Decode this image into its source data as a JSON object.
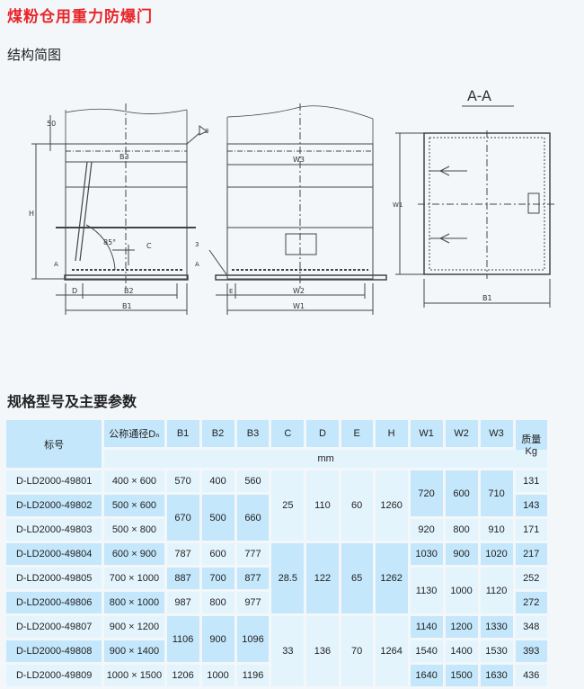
{
  "title": "煤粉仓用重力防爆门",
  "section_structure": "结构简图",
  "section_specs": "规格型号及主要参数",
  "drawing": {
    "dim_50": "50",
    "dim_h": "H",
    "dim_b3": "B3",
    "dim_b2": "B2",
    "dim_b1": "B1",
    "dim_d": "D",
    "dim_c": "C",
    "angle": "85°",
    "section_mark": "A",
    "weld": "3",
    "dim_w3": "W3",
    "dim_w2": "W2",
    "dim_w1": "W1",
    "dim_e": "E",
    "section_title": "A-A"
  },
  "table": {
    "headers": {
      "model": "标号",
      "dn": "公称通径Dₙ",
      "b1": "B1",
      "b2": "B2",
      "b3": "B3",
      "c": "C",
      "d": "D",
      "e": "E",
      "h": "H",
      "w1": "W1",
      "w2": "W2",
      "w3": "W3",
      "mass": "质量",
      "mass_unit": "Kg",
      "unit": "mm"
    },
    "rows": [
      {
        "model": "D-LD2000-49801",
        "dn": "400 × 600",
        "b1": "570",
        "b2": "400",
        "b3": "560",
        "c": "25",
        "d": "110",
        "e": "60",
        "h": "1260",
        "w1": "720",
        "w2": "600",
        "w3": "710",
        "kg": "131"
      },
      {
        "model": "D-LD2000-49802",
        "dn": "500 × 600",
        "b1": "670",
        "b2": "500",
        "b3": "660",
        "c": "25",
        "d": "110",
        "e": "60",
        "h": "1260",
        "w1": "720",
        "w2": "600",
        "w3": "710",
        "kg": "143"
      },
      {
        "model": "D-LD2000-49803",
        "dn": "500 × 800",
        "b1": "670",
        "b2": "500",
        "b3": "660",
        "c": "25",
        "d": "110",
        "e": "60",
        "h": "1260",
        "w1": "920",
        "w2": "800",
        "w3": "910",
        "kg": "171"
      },
      {
        "model": "D-LD2000-49804",
        "dn": "600 × 900",
        "b1": "787",
        "b2": "600",
        "b3": "777",
        "c": "28.5",
        "d": "122",
        "e": "65",
        "h": "1262",
        "w1": "1030",
        "w2": "900",
        "w3": "1020",
        "kg": "217"
      },
      {
        "model": "D-LD2000-49805",
        "dn": "700 × 1000",
        "b1": "887",
        "b2": "700",
        "b3": "877",
        "c": "28.5",
        "d": "122",
        "e": "65",
        "h": "1262",
        "w1": "1130",
        "w2": "1000",
        "w3": "1120",
        "kg": "252"
      },
      {
        "model": "D-LD2000-49806",
        "dn": "800 × 1000",
        "b1": "987",
        "b2": "800",
        "b3": "977",
        "c": "28.5",
        "d": "122",
        "e": "65",
        "h": "1262",
        "w1": "1130",
        "w2": "1000",
        "w3": "1120",
        "kg": "272"
      },
      {
        "model": "D-LD2000-49807",
        "dn": "900 × 1200",
        "b1": "1106",
        "b2": "900",
        "b3": "1096",
        "c": "33",
        "d": "136",
        "e": "70",
        "h": "1264",
        "w1": "1140",
        "w2": "1200",
        "w3": "1330",
        "kg": "348"
      },
      {
        "model": "D-LD2000-49808",
        "dn": "900 × 1400",
        "b1": "1106",
        "b2": "900",
        "b3": "1096",
        "c": "33",
        "d": "136",
        "e": "70",
        "h": "1264",
        "w1": "1540",
        "w2": "1400",
        "w3": "1530",
        "kg": "393"
      },
      {
        "model": "D-LD2000-49809",
        "dn": "1000 × 1500",
        "b1": "1206",
        "b2": "1000",
        "b3": "1196",
        "c": "33",
        "d": "136",
        "e": "70",
        "h": "1264",
        "w1": "1640",
        "w2": "1500",
        "w3": "1630",
        "kg": "436"
      }
    ]
  }
}
